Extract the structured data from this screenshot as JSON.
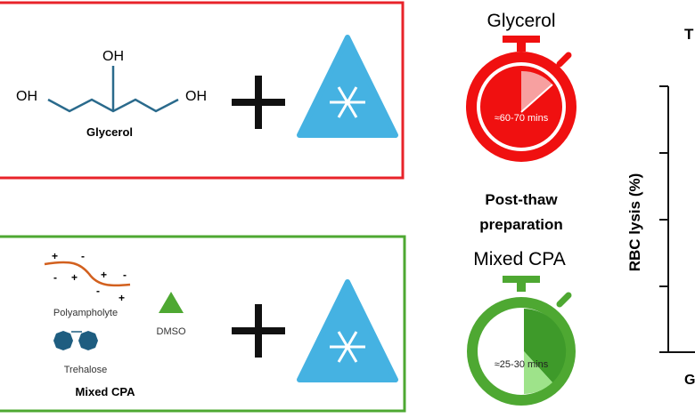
{
  "top_panel": {
    "molecule_labels": {
      "oh_top": "OH",
      "oh_left": "OH",
      "oh_right": "OH"
    },
    "molecule_name": "Glycerol",
    "border_color": "#e8232a"
  },
  "bottom_panel": {
    "charges": [
      "+",
      "-",
      "-",
      "+",
      "+",
      "-",
      "-",
      "+"
    ],
    "polyampholyte_label": "Polyampholyte",
    "trehalose_label": "Trehalose",
    "dmso_label": "DMSO",
    "mixture_name": "Mixed CPA",
    "border_color": "#4ea832"
  },
  "timers": {
    "glycerol": {
      "title": "Glycerol",
      "time": "≈60-70 mins",
      "color": "#f01010"
    },
    "middle_label_line1": "Post-thaw",
    "middle_label_line2": "preparation",
    "mixed": {
      "title": "Mixed CPA",
      "time": "≈25-30 mins",
      "color": "#4ea832"
    }
  },
  "chart": {
    "title_fragment": "T",
    "ylabel": "RBC lysis (%)",
    "x_label_fragment": "G"
  },
  "colors": {
    "freeze_icon": "#45b2e2",
    "molecule_bond": "#2a6a8c",
    "polymer_line": "#d2601e",
    "trehalose": "#1e5d80"
  }
}
